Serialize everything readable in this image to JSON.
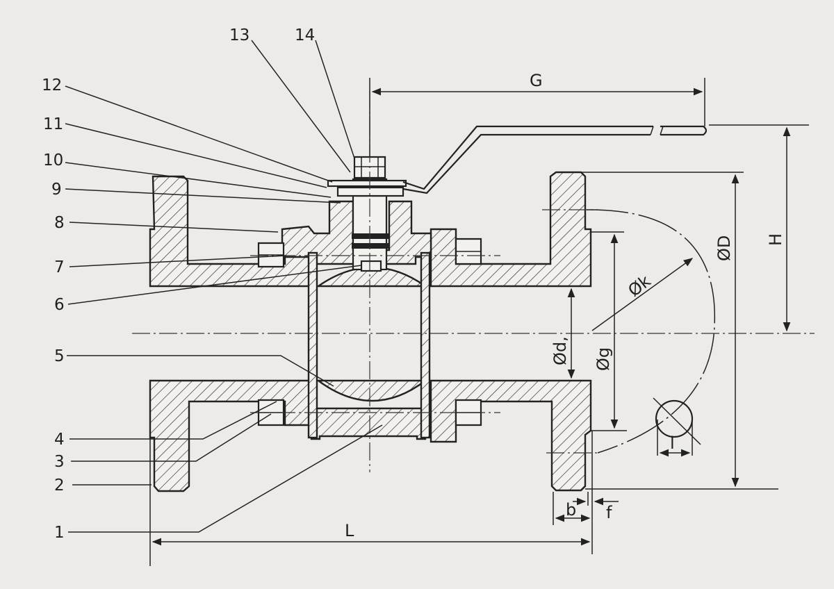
{
  "part_labels": [
    "1",
    "2",
    "3",
    "4",
    "5",
    "6",
    "7",
    "8",
    "9",
    "10",
    "11",
    "12",
    "13",
    "14"
  ],
  "dimensions": {
    "L": "L",
    "G": "G",
    "H": "H",
    "D": "ØD",
    "k": "Øk",
    "g": "Øg",
    "d1": "Ød,",
    "b": "b",
    "f": "f",
    "l": "l"
  },
  "colors": {
    "background": "#ecebe7",
    "line": "#222222"
  }
}
